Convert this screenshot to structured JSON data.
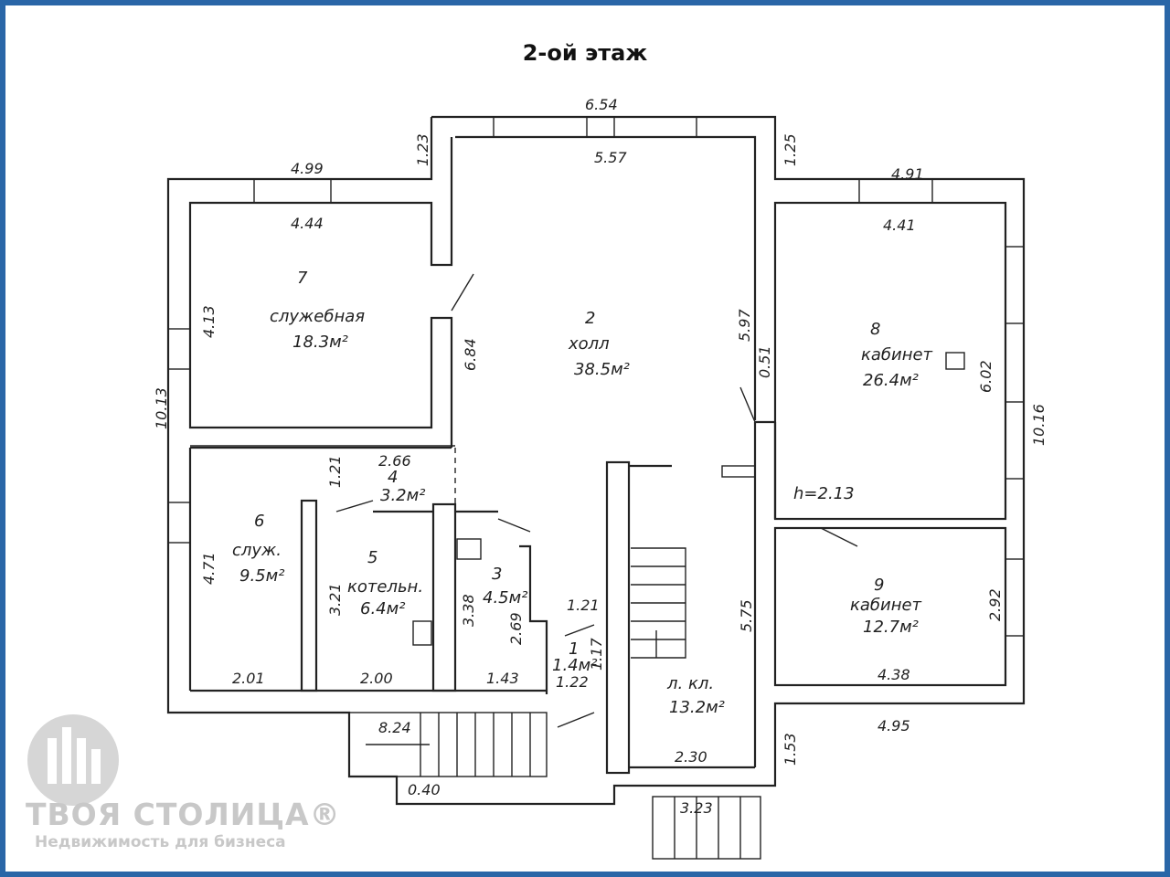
{
  "plan": {
    "title": "2-ой этаж",
    "rooms": [
      {
        "num": "1",
        "name": "",
        "area": "1.4м²"
      },
      {
        "num": "2",
        "name": "холл",
        "area": "38.5м²"
      },
      {
        "num": "3",
        "name": "",
        "area": "4.5м²"
      },
      {
        "num": "4",
        "name": "",
        "area": "3.2м²"
      },
      {
        "num": "5",
        "name": "котельн.",
        "area": "6.4м²"
      },
      {
        "num": "6",
        "name": "служ.",
        "area": "9.5м²"
      },
      {
        "num": "7",
        "name": "служебная",
        "area": "18.3м²"
      },
      {
        "num": "8",
        "name": "кабинет",
        "area": "26.4м²"
      },
      {
        "num": "9",
        "name": "кабинет",
        "area": "12.7м²"
      },
      {
        "num": "",
        "name": "л. кл.",
        "area": "13.2м²"
      }
    ],
    "dimensions": [
      "6.54",
      "5.57",
      "1.23",
      "1.25",
      "4.99",
      "4.44",
      "4.91",
      "4.41",
      "4.13",
      "6.84",
      "5.97",
      "0.51",
      "10.13",
      "6.02",
      "10.16",
      "2.66",
      "1.21",
      "h=2.13",
      "4.71",
      "3.21",
      "3.38",
      "2.69",
      "1.21",
      "1.17",
      "1.22",
      "5.75",
      "2.92",
      "2.01",
      "2.00",
      "1.43",
      "4.38",
      "4.95",
      "8.24",
      "1.53",
      "2.30",
      "0.40",
      "3.23"
    ]
  },
  "logo": {
    "name": "ТВОЯ СТОЛИЦА®",
    "tagline": "Недвижимость для бизнеса",
    "color": "#c8c8c8"
  },
  "colors": {
    "frame": "#2a66a7",
    "ink": "#222222",
    "paper": "#ffffff"
  }
}
